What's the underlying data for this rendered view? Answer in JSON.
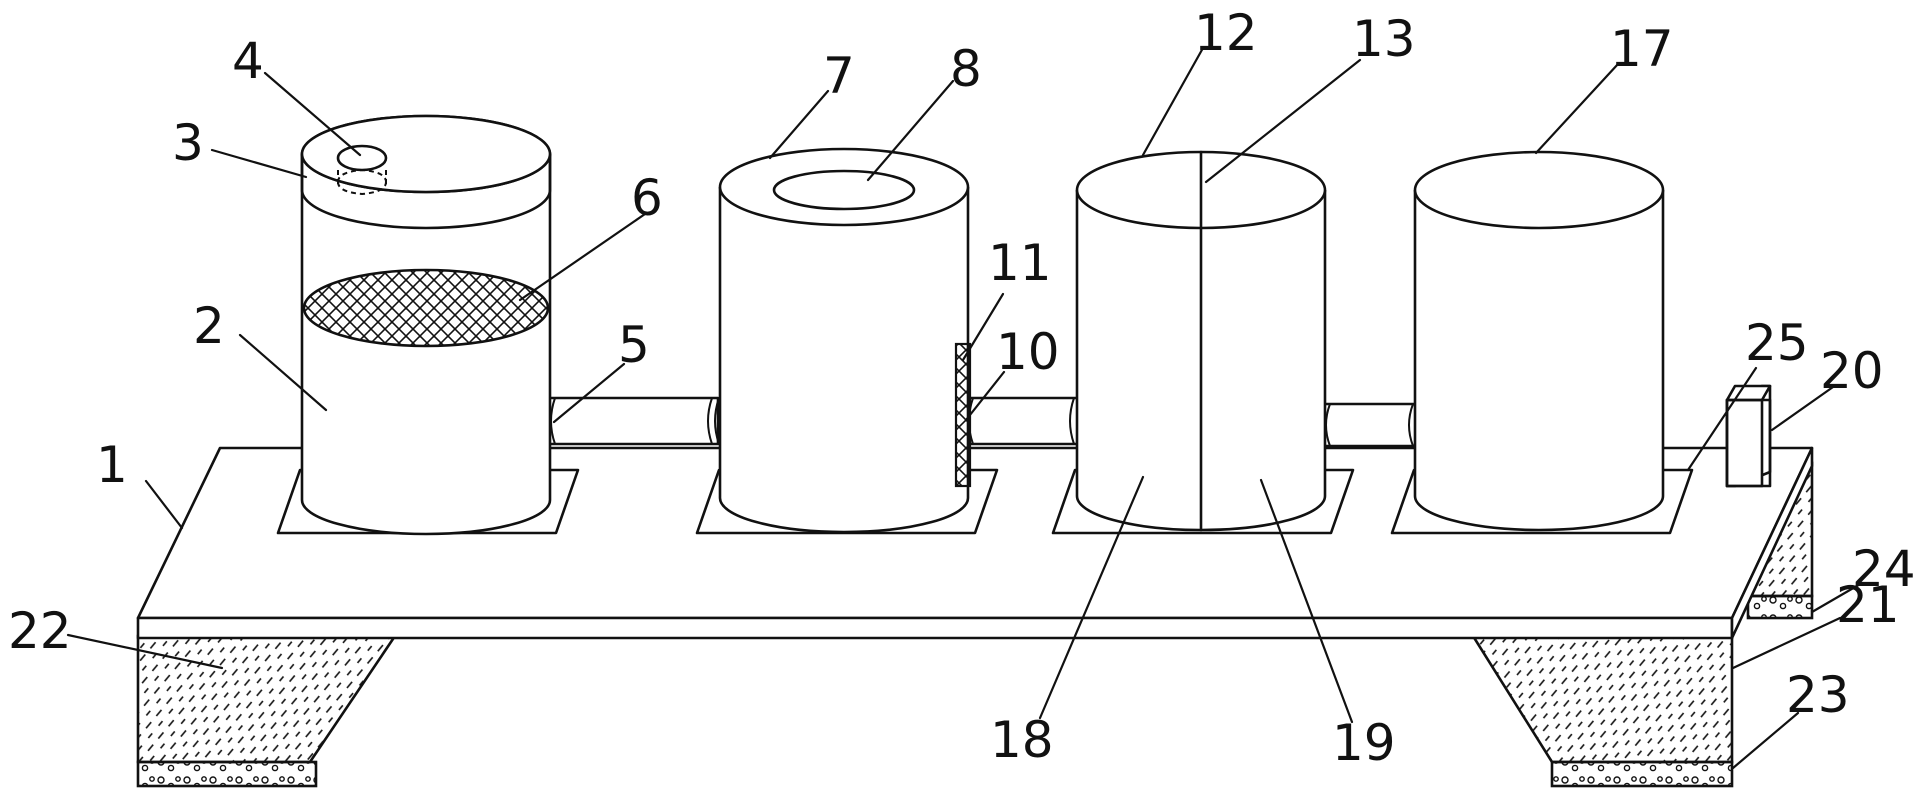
{
  "callouts": [
    {
      "id": "c1",
      "label": "1"
    },
    {
      "id": "c2",
      "label": "2"
    },
    {
      "id": "c3",
      "label": "3"
    },
    {
      "id": "c4",
      "label": "4"
    },
    {
      "id": "c5",
      "label": "5"
    },
    {
      "id": "c6",
      "label": "6"
    },
    {
      "id": "c7",
      "label": "7"
    },
    {
      "id": "c8",
      "label": "8"
    },
    {
      "id": "c10",
      "label": "10"
    },
    {
      "id": "c11",
      "label": "11"
    },
    {
      "id": "c12",
      "label": "12"
    },
    {
      "id": "c13",
      "label": "13"
    },
    {
      "id": "c17",
      "label": "17"
    },
    {
      "id": "c18",
      "label": "18"
    },
    {
      "id": "c19",
      "label": "19"
    },
    {
      "id": "c20",
      "label": "20"
    },
    {
      "id": "c21",
      "label": "21"
    },
    {
      "id": "c22",
      "label": "22"
    },
    {
      "id": "c23",
      "label": "23"
    },
    {
      "id": "c24",
      "label": "24"
    },
    {
      "id": "c25",
      "label": "25"
    }
  ]
}
